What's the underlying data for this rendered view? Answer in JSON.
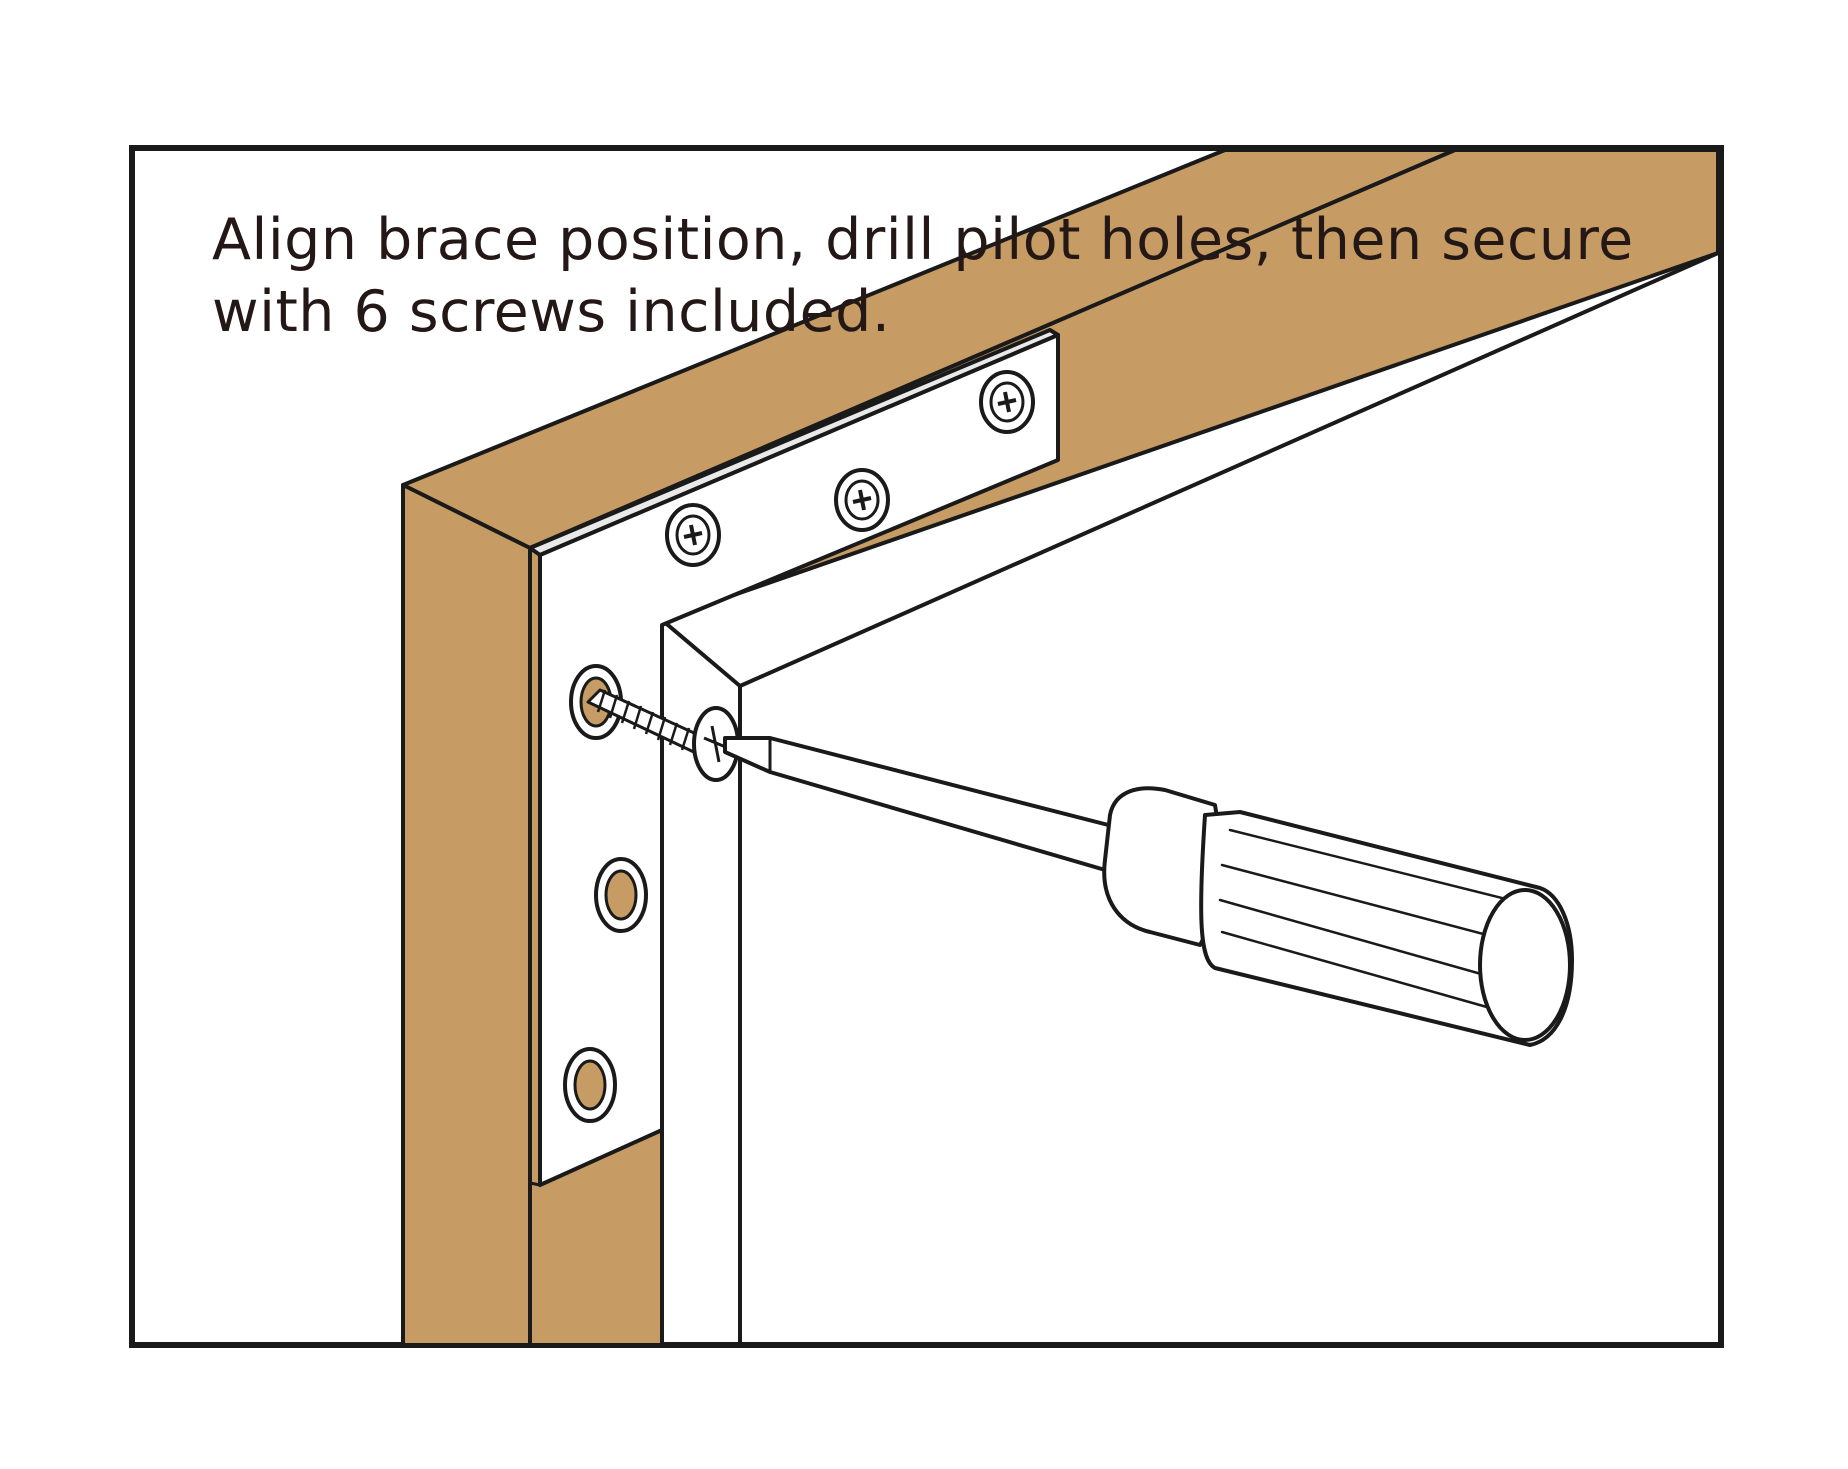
{
  "instruction": {
    "line1": "Align brace position, drill pilot holes, then secure",
    "line2": "with 6 screws included."
  },
  "colors": {
    "wood": "#c69c64",
    "outline": "#1a1a1a",
    "brace": "#ffffff",
    "background": "#ffffff"
  },
  "icons": [
    "corner-brace",
    "phillips-screw",
    "screwdriver",
    "wood-frame"
  ],
  "screws_count": 6
}
